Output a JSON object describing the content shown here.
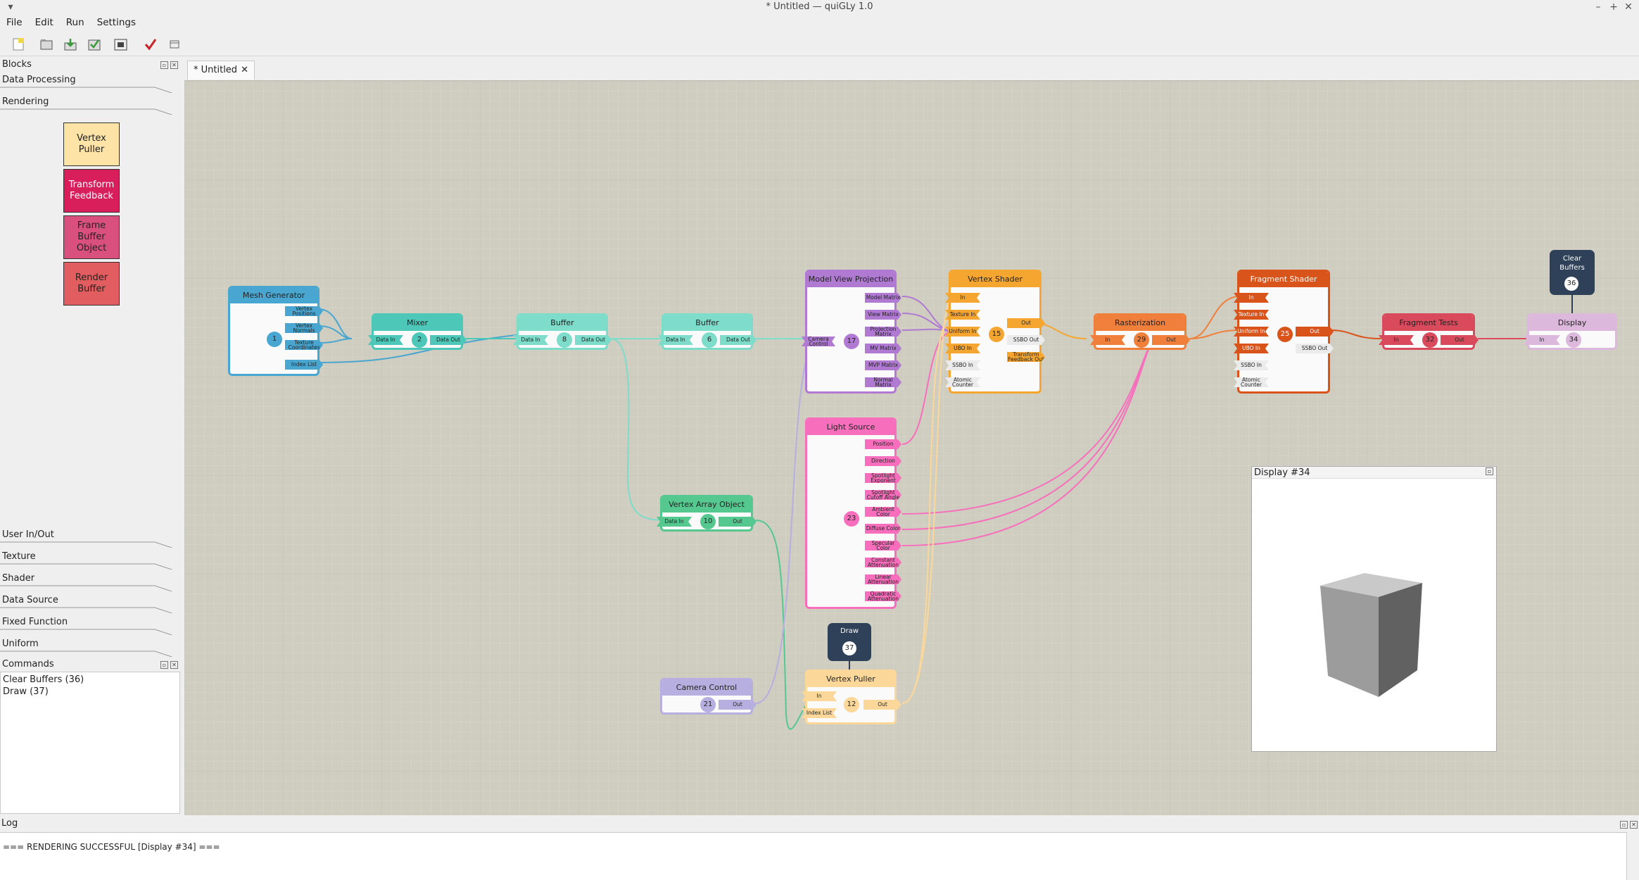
{
  "window": {
    "title": "* Untitled — quiGLy 1.0"
  },
  "menu": {
    "file": "File",
    "edit": "Edit",
    "run": "Run",
    "settings": "Settings"
  },
  "panel": {
    "blocks_title": "Blocks",
    "commands_title": "Commands",
    "log_title": "Log"
  },
  "categories": {
    "data_processing": "Data Processing",
    "rendering": "Rendering",
    "user_io": "User In/Out",
    "texture": "Texture",
    "shader": "Shader",
    "data_source": "Data Source",
    "fixed_function": "Fixed Function",
    "uniform": "Uniform"
  },
  "palette": {
    "vertex_puller": "Vertex Puller",
    "transform_feedback": "Transform Feedback",
    "frame_buffer_object": "Frame Buffer Object",
    "render_buffer": "Render Buffer"
  },
  "palette_colors": {
    "vertex_puller": "#fde4a6",
    "transform_feedback": "#d81f5c",
    "frame_buffer_object": "#d9507e",
    "render_buffer": "#e25d60"
  },
  "commands": {
    "item1": "Clear Buffers (36)",
    "item2": "Draw (37)"
  },
  "tab": {
    "label": "* Untitled",
    "close": "✕"
  },
  "colors": {
    "blue": "#48a6d0",
    "teal": "#4cc7b8",
    "mint": "#7ddcca",
    "green": "#55c890",
    "purple": "#b07ad2",
    "orange": "#f5a631",
    "orange2": "#ef7f3a",
    "dorange": "#d9541b",
    "red": "#d94a5c",
    "pink": "#f76fbc",
    "lilac": "#dcb8dd",
    "lavender": "#b6afe0",
    "tan": "#fbd79a"
  },
  "blocks": {
    "mesh_generator": {
      "title": "Mesh Generator",
      "num": "1",
      "ports": {
        "p1": "Vertex Positions",
        "p2": "Vertex Normals",
        "p3": "Texture Coordinates",
        "p4": "Index List"
      }
    },
    "mixer": {
      "title": "Mixer",
      "num": "2",
      "in": "Data In",
      "out": "Data Out"
    },
    "buffer1": {
      "title": "Buffer",
      "num": "8",
      "in": "Data In",
      "out": "Data Out"
    },
    "buffer2": {
      "title": "Buffer",
      "num": "6",
      "in": "Data In",
      "out": "Data Out"
    },
    "mvp": {
      "title": "Model View Projection",
      "num": "17",
      "in": "Camera Control",
      "ports": {
        "p1": "Model Matrix",
        "p2": "View Matrix",
        "p3": "Projection Matrix",
        "p4": "MV Matrix",
        "p5": "MVP Matrix",
        "p6": "Normal Matrix"
      }
    },
    "vertex_shader": {
      "title": "Vertex Shader",
      "num": "15",
      "ins": {
        "p1": "In",
        "p2": "Texture In",
        "p3": "Uniform In",
        "p4": "UBO In",
        "p5": "SSBO In",
        "p6": "Atomic Counter"
      },
      "outs": {
        "p1": "Out",
        "p2": "SSBO Out",
        "p3": "Transform Feedback Out"
      }
    },
    "rasterization": {
      "title": "Rasterization",
      "num": "29",
      "in": "In",
      "out": "Out"
    },
    "fragment_shader": {
      "title": "Fragment Shader",
      "num": "25",
      "ins": {
        "p1": "In",
        "p2": "Texture In",
        "p3": "Uniform In",
        "p4": "UBO In",
        "p5": "SSBO In",
        "p6": "Atomic Counter"
      },
      "outs": {
        "p1": "Out",
        "p2": "SSBO Out"
      }
    },
    "fragment_tests": {
      "title": "Fragment Tests",
      "num": "32",
      "in": "In",
      "out": "Out"
    },
    "display": {
      "title": "Display",
      "num": "34",
      "in": "In"
    },
    "clear_buffers": {
      "title": "Clear Buffers",
      "num": "36"
    },
    "light_source": {
      "title": "Light Source",
      "num": "23",
      "ports": {
        "p1": "Position",
        "p2": "Direction",
        "p3": "Spotlight Exponent",
        "p4": "Spotlight Cutoff Angle",
        "p5": "Ambient Color",
        "p6": "Diffuse Color",
        "p7": "Specular Color",
        "p8": "Constant Attenuation",
        "p9": "Linear Attenuation",
        "p10": "Quadratic Attenuation"
      }
    },
    "vao": {
      "title": "Vertex Array Object",
      "num": "10",
      "in": "Data In",
      "out": "Out"
    },
    "camera_control": {
      "title": "Camera Control",
      "num": "21",
      "out": "Out"
    },
    "draw": {
      "title": "Draw",
      "num": "37"
    },
    "vertex_puller": {
      "title": "Vertex Puller",
      "num": "12",
      "in1": "In",
      "in2": "Index List",
      "out": "Out"
    }
  },
  "display_window": {
    "title": "Display #34"
  },
  "log": {
    "message": "=== RENDERING SUCCESSFUL [Display #34] ==="
  }
}
